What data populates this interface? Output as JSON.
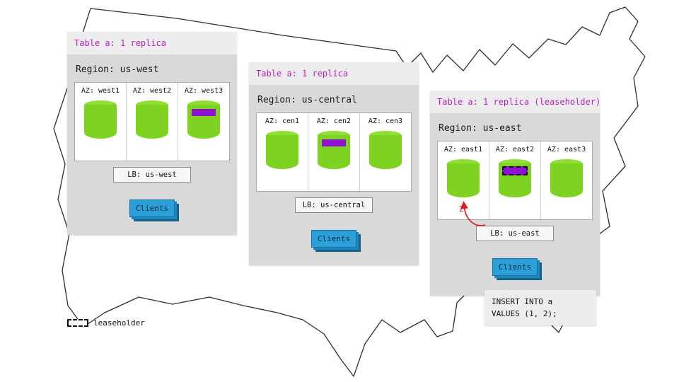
{
  "regions": [
    {
      "table_label": "Table a: 1 replica",
      "region_label": "Region: us-west",
      "azs": [
        {
          "label": "AZ: west1",
          "marker": "none"
        },
        {
          "label": "AZ: west2",
          "marker": "none"
        },
        {
          "label": "AZ: west3",
          "marker": "replica"
        }
      ],
      "lb_label": "LB: us-west",
      "clients_label": "Clients"
    },
    {
      "table_label": "Table a: 1 replica",
      "region_label": "Region: us-central",
      "azs": [
        {
          "label": "AZ: cen1",
          "marker": "none"
        },
        {
          "label": "AZ: cen2",
          "marker": "replica"
        },
        {
          "label": "AZ: cen3",
          "marker": "none"
        }
      ],
      "lb_label": "LB: us-central",
      "clients_label": "Clients"
    },
    {
      "table_label": "Table a: 1 replica (leaseholder)",
      "region_label": "Region: us-east",
      "azs": [
        {
          "label": "AZ: east1",
          "marker": "none"
        },
        {
          "label": "AZ: east2",
          "marker": "leaseholder"
        },
        {
          "label": "AZ: east3",
          "marker": "none"
        }
      ],
      "lb_label": "LB: us-east",
      "clients_label": "Clients"
    }
  ],
  "annotation": {
    "label": "2"
  },
  "sql_box": {
    "lines": [
      "INSERT INTO a",
      "VALUES (1, 2);"
    ]
  },
  "legend": {
    "label": "leaseholder"
  },
  "colors": {
    "replica_green": "#7ed321",
    "marker_purple": "#8f11d4",
    "clients_blue": "#2b9fd8",
    "table_label_magenta": "#bb1fc4",
    "annotation_red": "#e01b24",
    "panel_gray": "#d9d9d9",
    "header_gray": "#ededed"
  }
}
